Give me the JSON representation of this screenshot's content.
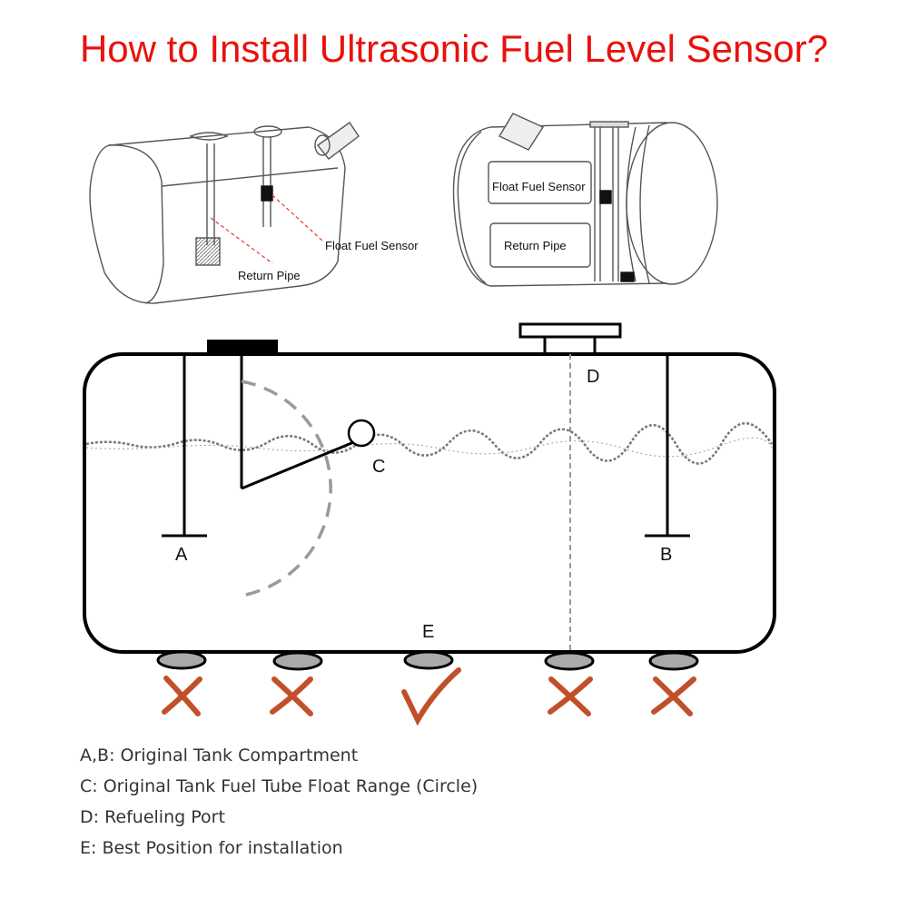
{
  "title": "How to Install Ultrasonic Fuel Level Sensor?",
  "left_illustration": {
    "float_sensor_label": "Float Fuel Sensor",
    "return_pipe_label": "Return Pipe"
  },
  "right_illustration": {
    "float_sensor_label": "Float Fuel Sensor",
    "return_pipe_label": "Return Pipe"
  },
  "diagram": {
    "labels": {
      "a": "A",
      "b": "B",
      "c": "C",
      "d": "D",
      "e": "E"
    },
    "mounts": [
      {
        "position": "under A",
        "mark": "x",
        "valid": false
      },
      {
        "position": "under float",
        "mark": "x",
        "valid": false
      },
      {
        "position": "E",
        "mark": "check",
        "valid": true
      },
      {
        "position": "under D",
        "mark": "x",
        "valid": false
      },
      {
        "position": "under B",
        "mark": "x",
        "valid": false
      }
    ],
    "colors": {
      "tank_outline": "#000000",
      "mount_fill": "#a9a9a9",
      "mark": "#c1502a",
      "float_range": "#9a9a9a"
    }
  },
  "legend": [
    "A,B: Original Tank Compartment",
    "C: Original Tank Fuel Tube Float Range (Circle)",
    "D: Refueling Port",
    "E: Best Position for installation"
  ]
}
